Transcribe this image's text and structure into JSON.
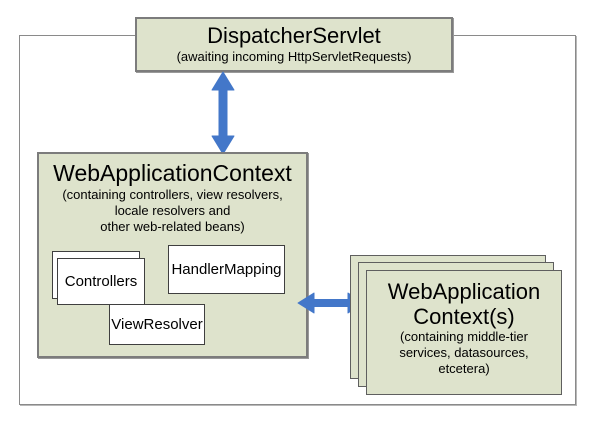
{
  "diagram": {
    "dispatcher_servlet": {
      "title": "DispatcherServlet",
      "subtitle": "(awaiting incoming HttpServletRequests)"
    },
    "web_application_context": {
      "title": "WebApplicationContext",
      "subtitle_lines": [
        "(containing controllers, view resolvers,",
        "locale resolvers and",
        "other web-related beans)"
      ],
      "beans": {
        "controllers": "Controllers",
        "handler_mapping": "HandlerMapping",
        "view_resolver": "ViewResolver"
      }
    },
    "middle_tier_contexts": {
      "title_lines": [
        "WebApplication",
        "Context(s)"
      ],
      "subtitle_lines": [
        "(containing middle-tier",
        "services, datasources,",
        "etcetera)"
      ]
    },
    "colors": {
      "box_fill": "#dee3cc",
      "box_border": "#7c7c7c",
      "inner_box_border": "#3f3f3f",
      "frame_border": "#8a8a8a",
      "arrow_blue": "#4377c9"
    }
  }
}
